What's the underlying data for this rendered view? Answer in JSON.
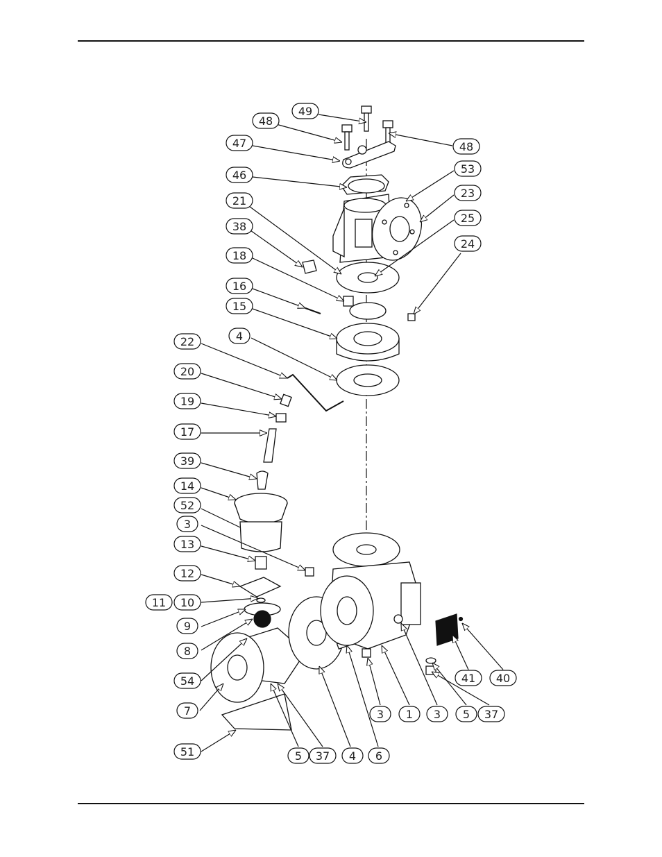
{
  "callouts": [
    {
      "id": "c49a",
      "label": "49"
    },
    {
      "id": "c48a",
      "label": "48"
    },
    {
      "id": "c47",
      "label": "47"
    },
    {
      "id": "c48b",
      "label": "48"
    },
    {
      "id": "c46",
      "label": "46"
    },
    {
      "id": "c53",
      "label": "53"
    },
    {
      "id": "c21",
      "label": "21"
    },
    {
      "id": "c23",
      "label": "23"
    },
    {
      "id": "c38",
      "label": "38"
    },
    {
      "id": "c25",
      "label": "25"
    },
    {
      "id": "c24",
      "label": "24"
    },
    {
      "id": "c18",
      "label": "18"
    },
    {
      "id": "c16",
      "label": "16"
    },
    {
      "id": "c15",
      "label": "15"
    },
    {
      "id": "c22",
      "label": "22"
    },
    {
      "id": "c4a",
      "label": "4"
    },
    {
      "id": "c20",
      "label": "20"
    },
    {
      "id": "c19",
      "label": "19"
    },
    {
      "id": "c17",
      "label": "17"
    },
    {
      "id": "c39",
      "label": "39"
    },
    {
      "id": "c14",
      "label": "14"
    },
    {
      "id": "c52",
      "label": "52"
    },
    {
      "id": "c3a",
      "label": "3"
    },
    {
      "id": "c13",
      "label": "13"
    },
    {
      "id": "c12",
      "label": "12"
    },
    {
      "id": "c11",
      "label": "11"
    },
    {
      "id": "c10",
      "label": "10"
    },
    {
      "id": "c9",
      "label": "9"
    },
    {
      "id": "c8",
      "label": "8"
    },
    {
      "id": "c54",
      "label": "54"
    },
    {
      "id": "c7",
      "label": "7"
    },
    {
      "id": "c51",
      "label": "51"
    },
    {
      "id": "c41",
      "label": "41"
    },
    {
      "id": "c40",
      "label": "40"
    },
    {
      "id": "c3b",
      "label": "3"
    },
    {
      "id": "c1",
      "label": "1"
    },
    {
      "id": "c3c",
      "label": "3"
    },
    {
      "id": "c5a",
      "label": "5"
    },
    {
      "id": "c37a",
      "label": "37"
    },
    {
      "id": "c5b",
      "label": "5"
    },
    {
      "id": "c37b",
      "label": "37"
    },
    {
      "id": "c4b",
      "label": "4"
    },
    {
      "id": "c6",
      "label": "6"
    }
  ]
}
